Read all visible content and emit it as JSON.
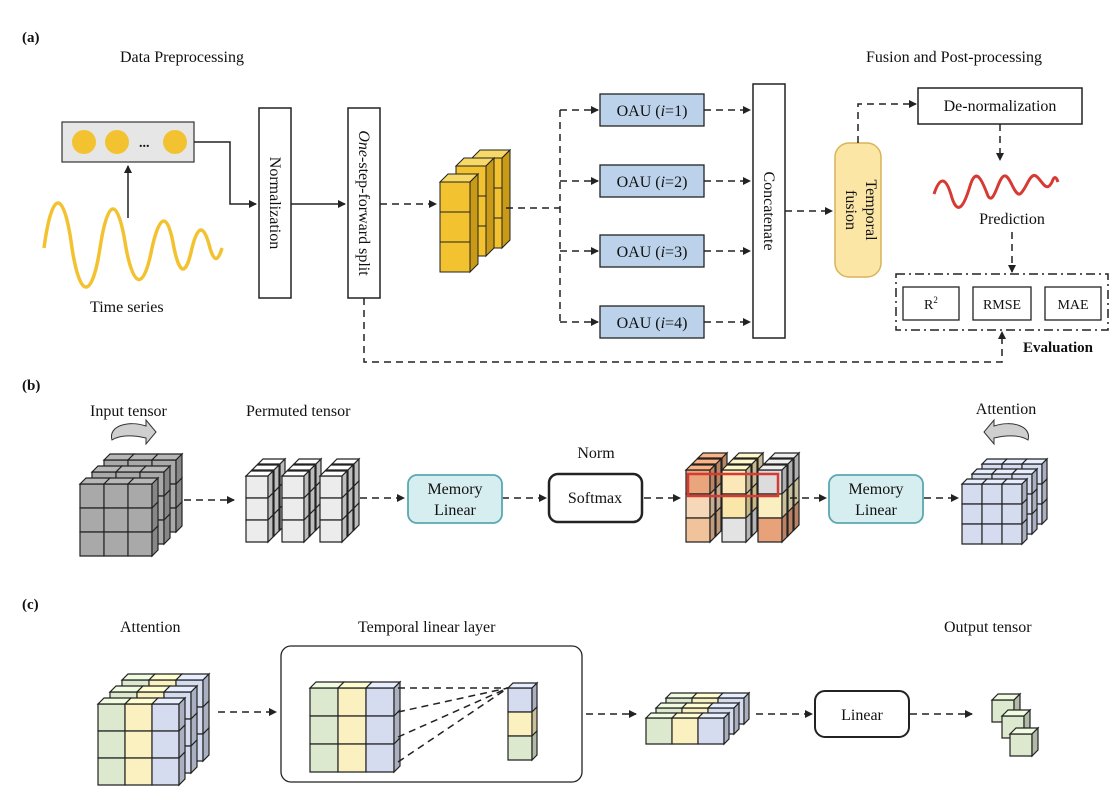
{
  "panels": {
    "a": "(a)",
    "b": "(b)",
    "c": "(c)"
  },
  "panel_a": {
    "data_preprocessing": "Data Preprocessing",
    "fusion_title": "Fusion and Post-processing",
    "time_series": "Time series",
    "ellipsis": "...",
    "normalization": "Normalization",
    "split_italic": "One",
    "split_rest": "-step-forward split",
    "oau": [
      {
        "pre": "OAU (",
        "var": "i",
        "post": "=1)"
      },
      {
        "pre": "OAU (",
        "var": "i",
        "post": "=2)"
      },
      {
        "pre": "OAU (",
        "var": "i",
        "post": "=3)"
      },
      {
        "pre": "OAU (",
        "var": "i",
        "post": "=4)"
      }
    ],
    "concatenate": "Concatenate",
    "temporal_fusion_1": "Temporal",
    "temporal_fusion_2": "fusion",
    "denormalization": "De-normalization",
    "prediction": "Prediction",
    "metrics": {
      "r2": "R",
      "r2_sup": "2",
      "rmse": "RMSE",
      "mae": "MAE"
    },
    "evaluation": "Evaluation"
  },
  "panel_b": {
    "input_tensor": "Input tensor",
    "permuted_tensor": "Permuted tensor",
    "memory_linear_1a": "Memory",
    "memory_linear_1b": "Linear",
    "norm": "Norm",
    "softmax": "Softmax",
    "memory_linear_2a": "Memory",
    "memory_linear_2b": "Linear",
    "attention": "Attention"
  },
  "panel_c": {
    "attention": "Attention",
    "temporal_linear_layer": "Temporal linear layer",
    "linear": "Linear",
    "output_tensor": "Output tensor"
  },
  "colors": {
    "yellow": "#f2c230",
    "oau_fill": "#bcd2ea",
    "memory_fill": "#d7eef0",
    "memory_stroke": "#5aa7b0",
    "fusion_fill": "#fbe6a6",
    "fusion_stroke": "#d8b45a",
    "red": "#d63a32",
    "gray_cube": "#a9a9a9",
    "light_cube": "#ececec",
    "blue_cube": "#d5dcef",
    "green_cube": "#dde9cf",
    "cream_cube": "#fbf0c0"
  }
}
